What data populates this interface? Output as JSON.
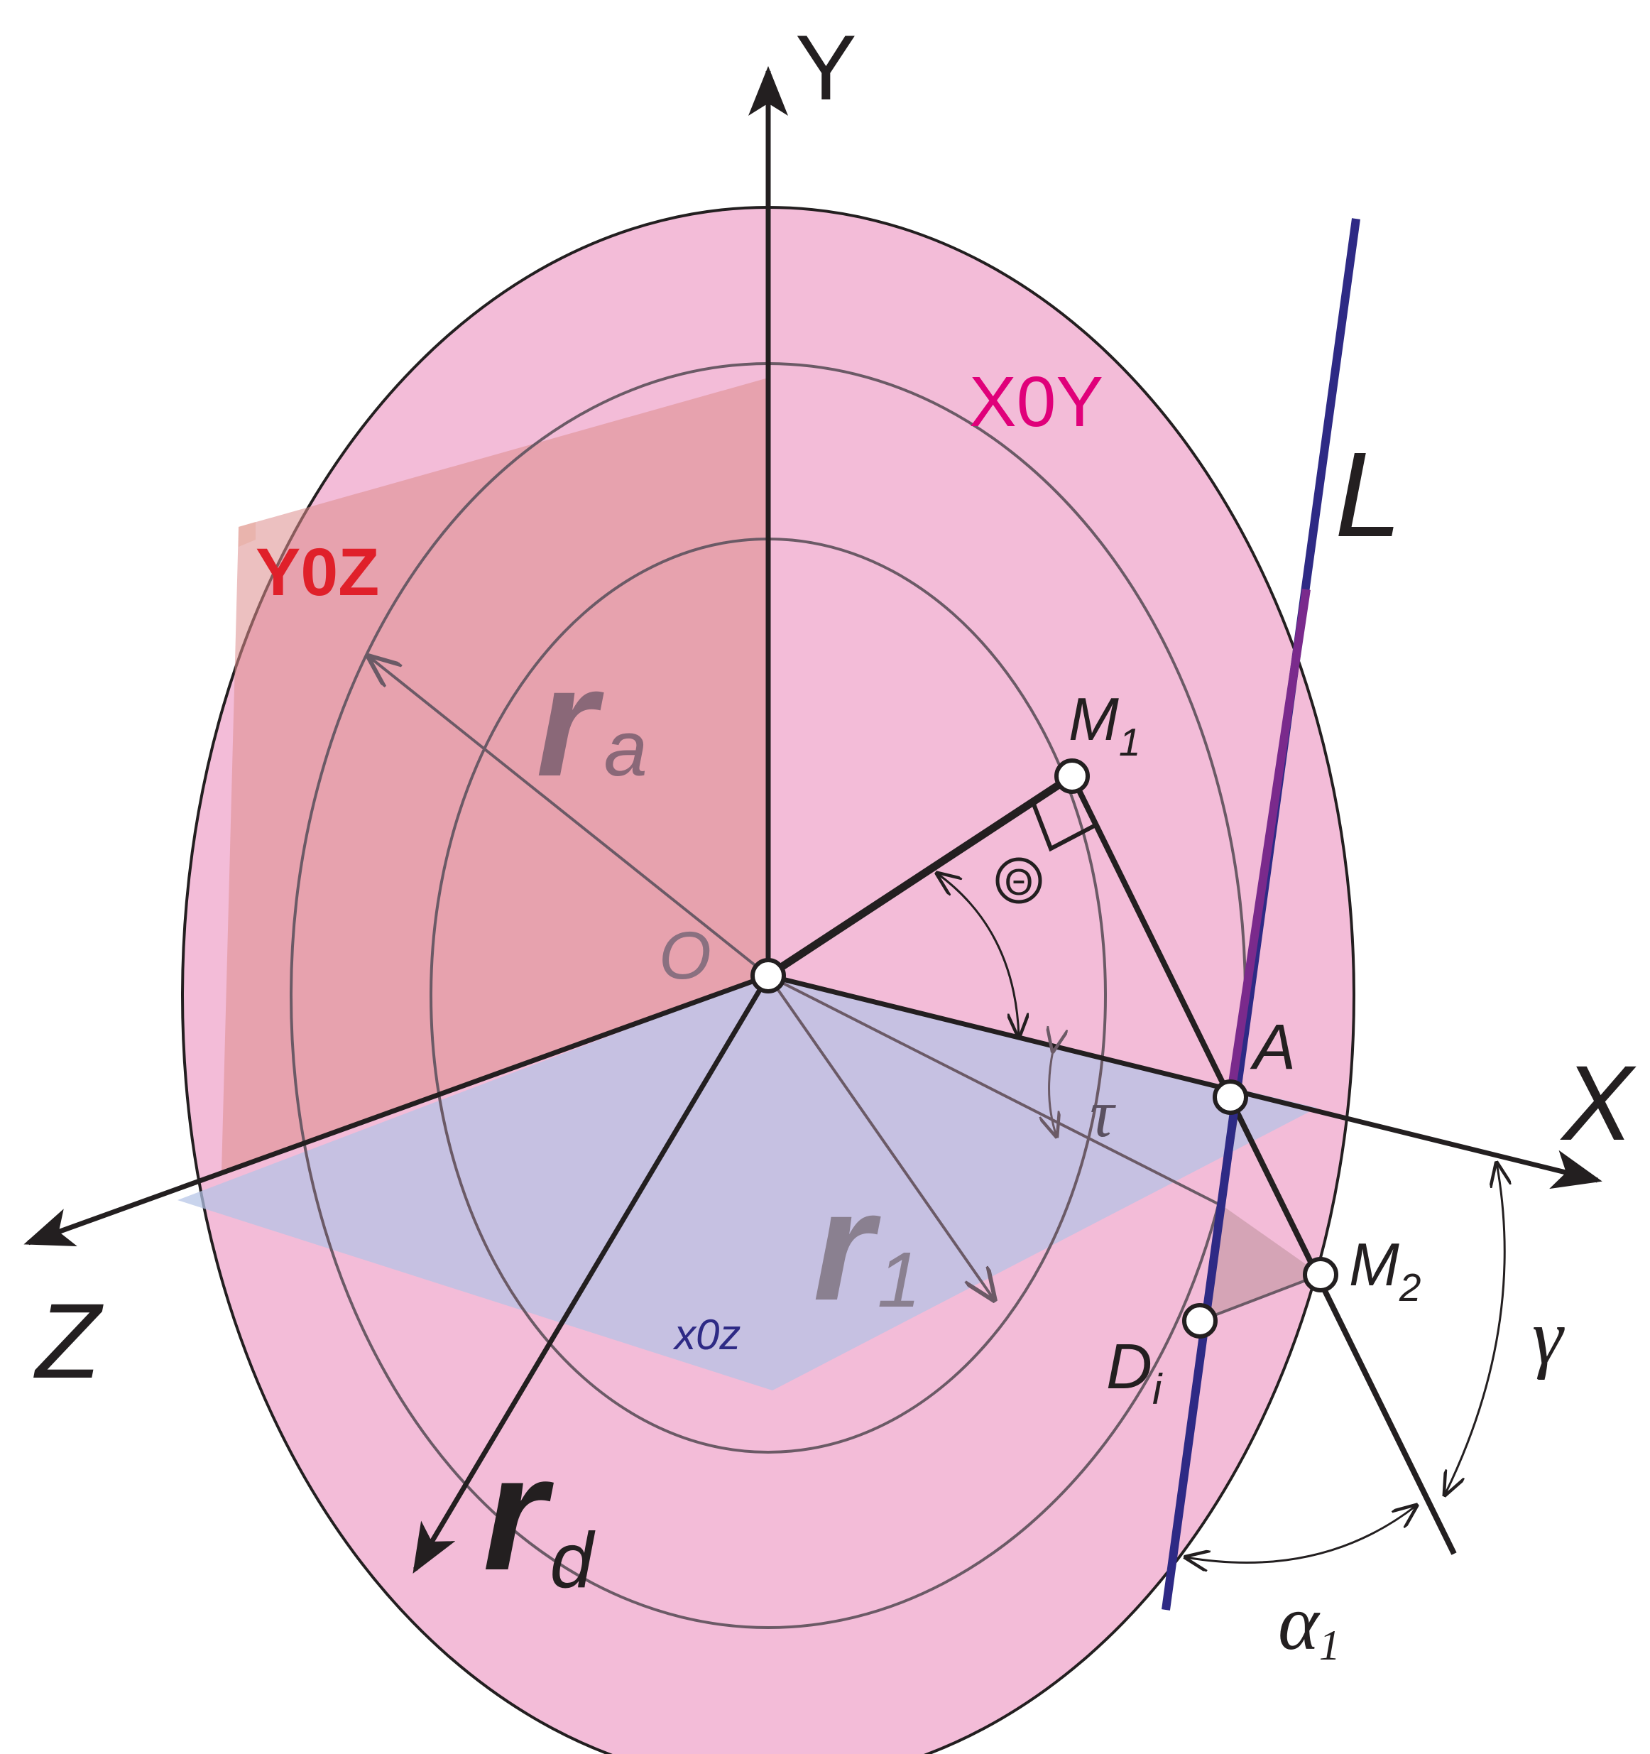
{
  "diagram": {
    "axes": {
      "y_label": "Y",
      "x_label": "X",
      "z_label": "Z"
    },
    "planes": {
      "xoy": "X0Y",
      "yoz": "Y0Z",
      "xoz": "x0z"
    },
    "points": {
      "origin": "O",
      "m1_main": "M",
      "m1_sub": "1",
      "m2_main": "M",
      "m2_sub": "2",
      "a": "A",
      "d_main": "D",
      "d_sub": "i"
    },
    "lines": {
      "l": "L"
    },
    "radii": {
      "ra_main": "r",
      "ra_sub": "a",
      "r1_main": "r",
      "r1_sub": "1",
      "rd_main": "r",
      "rd_sub": "d"
    },
    "angles": {
      "theta": "Θ",
      "tau": "τ",
      "gamma": "γ",
      "alpha_main": "α",
      "alpha_sub": "1"
    },
    "colors": {
      "xoy_plane": "#f3bcd8",
      "yoz_plane": "#dc8c8c",
      "xoz_plane": "#b4c3e6",
      "line_l": "#2e2a85",
      "line_l_overlap": "#7a2a8c",
      "xoy_label": "#e0007a",
      "yoz_label": "#e0202a",
      "xoz_label": "#2e2a85",
      "axis": "#231f20",
      "circle": "#6b5a66"
    }
  }
}
